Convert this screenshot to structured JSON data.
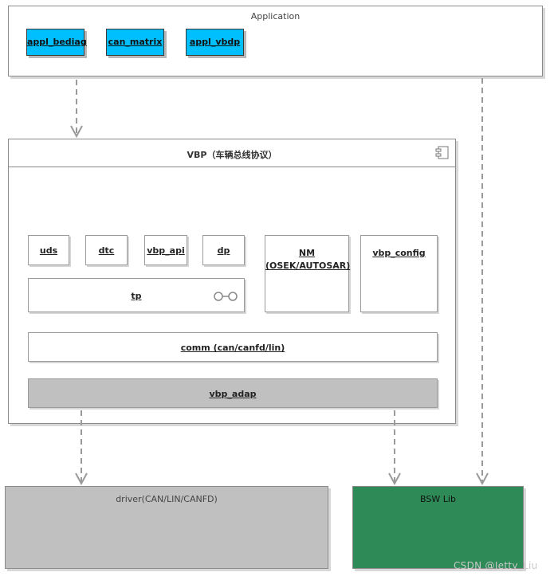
{
  "application": {
    "title": "Application",
    "modules": [
      "appl_bediag",
      "can_matrix",
      "appl_vbdp"
    ]
  },
  "vbp": {
    "title": "VBP（车辆总线协议）",
    "components": {
      "uds": "uds",
      "dtc": "dtc",
      "vbp_api": "vbp_api",
      "dp": "dp",
      "nm_line1": "NM",
      "nm_line2": "(OSEK/AUTOSAR)",
      "vbp_config": "vbp_config",
      "tp": "tp",
      "comm": "comm (can/canfd/lin)",
      "vbp_adap": "vbp_adap"
    }
  },
  "driver": {
    "title": "driver(CAN/LIN/CANFD)"
  },
  "bsw": {
    "title": "BSW Lib"
  },
  "watermark": "CSDN @Jetty_Liu",
  "colors": {
    "app_module_fill": "#00bfff",
    "bsw_fill": "#2e8b57",
    "driver_fill": "#c0c0c0",
    "adap_fill": "#c0c0c0",
    "arrow": "#9a9a9a"
  }
}
